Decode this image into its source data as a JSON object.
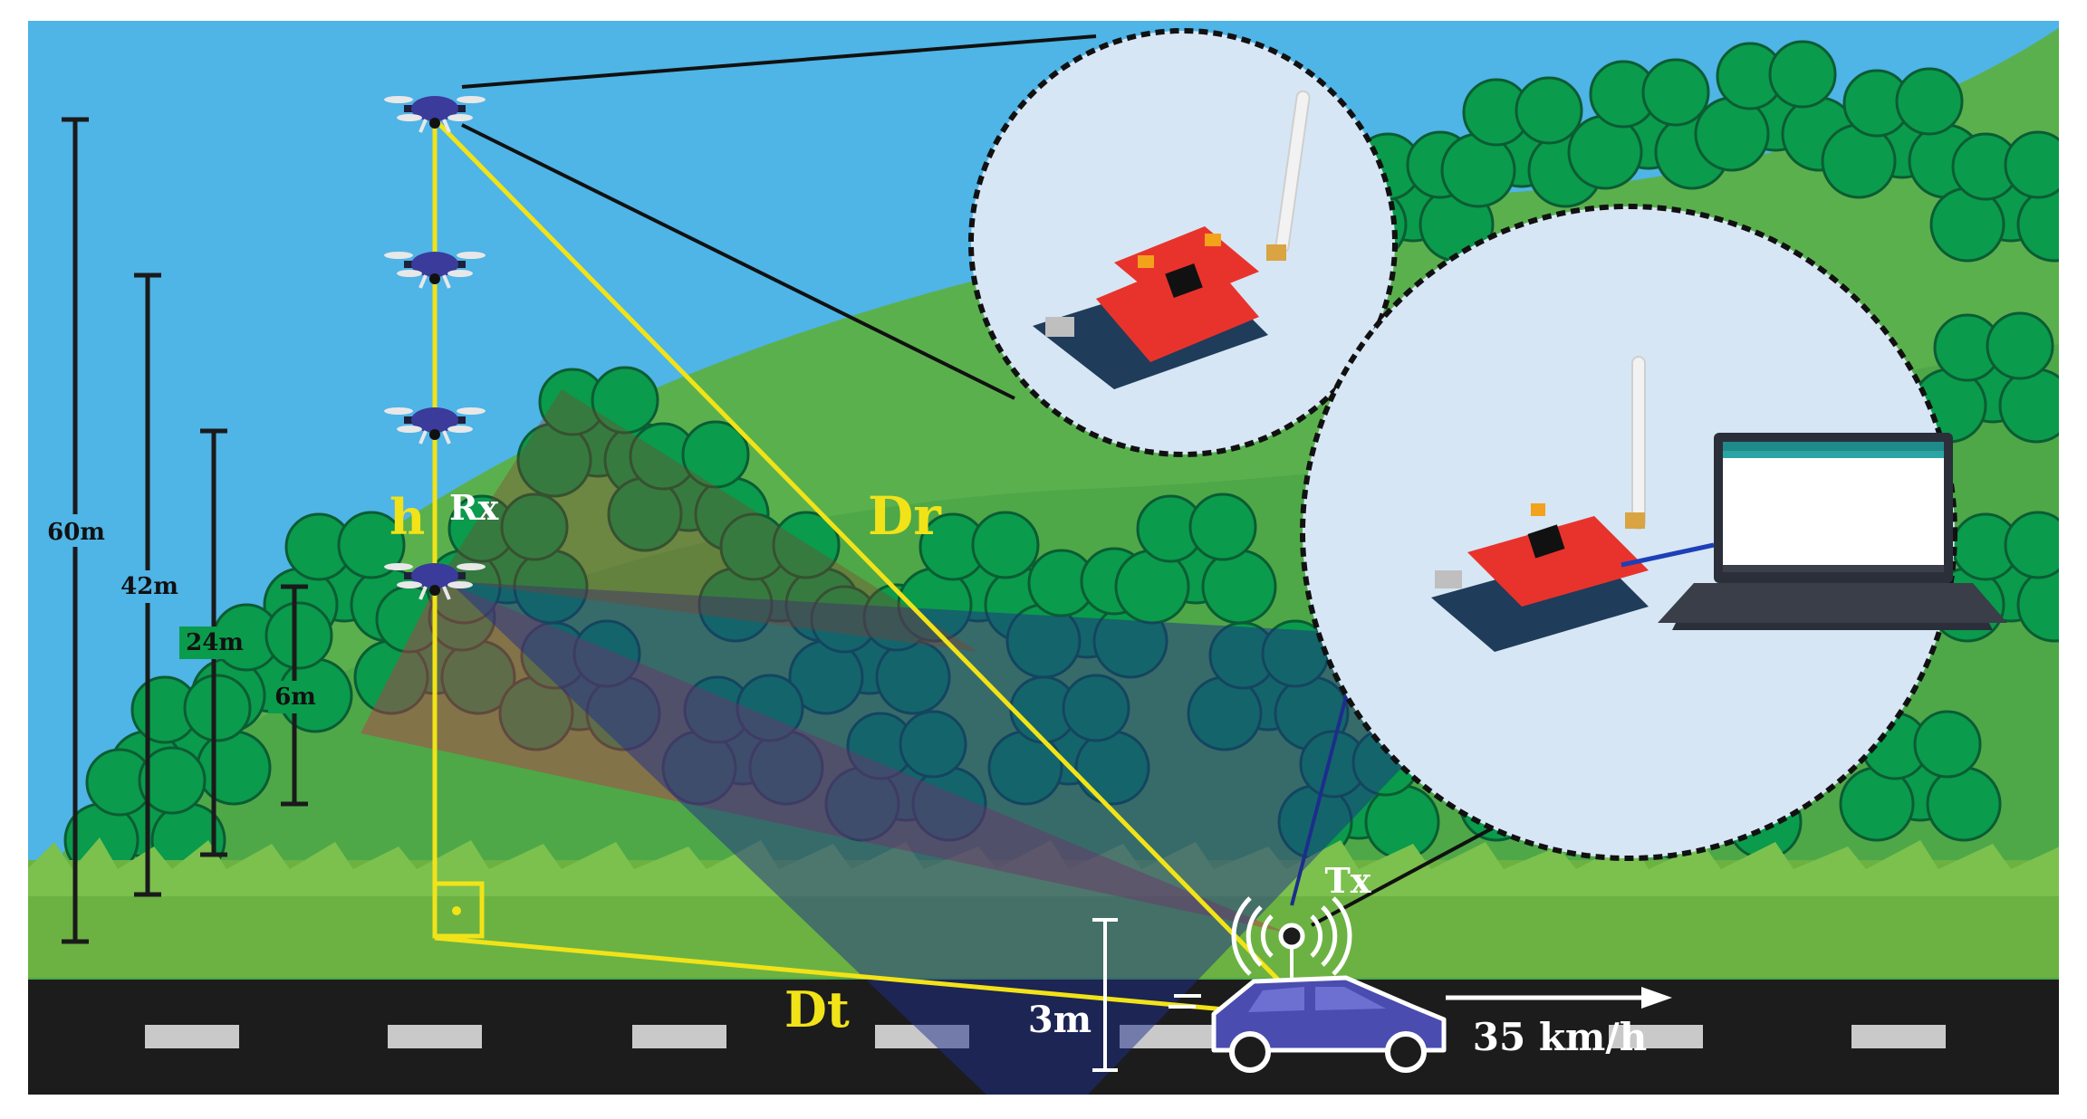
{
  "labels": {
    "h": "h",
    "rx": "Rx",
    "dr": "Dr",
    "dt": "Dt",
    "tx": "Tx",
    "car_height": "3m",
    "speed": "35 km/h"
  },
  "altitude_markers": [
    {
      "label": "60m"
    },
    {
      "label": "42m"
    },
    {
      "label": "24m"
    },
    {
      "label": "6m"
    }
  ],
  "colors": {
    "sky": "#4fb4e6",
    "hill_dark": "#009f4b",
    "hill_light": "#5bb04e",
    "grass": "#6bb242",
    "road": "#1c1c1c",
    "road_dash": "#c9c9c9",
    "geometry_lines": "#f2e318",
    "label_yellow": "#f2e318",
    "car": "#4a4cb0",
    "inset_bg": "#d6e6f4",
    "arduino_red": "#e8332c",
    "laptop": "#2b2f3a"
  },
  "icons": {
    "drone": "quadcopter-drone-icon",
    "antenna": "wireless-antenna-icon",
    "car": "car-icon",
    "arrow": "arrow-right-icon",
    "board": "arduino-lora-board-icon",
    "laptop": "laptop-icon"
  }
}
